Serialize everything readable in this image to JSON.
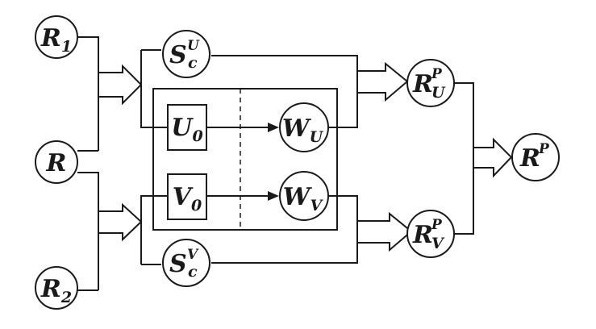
{
  "nodes": {
    "r1": {
      "base": "R",
      "sub": "1",
      "sup": ""
    },
    "r": {
      "base": "R",
      "sub": "",
      "sup": ""
    },
    "r2": {
      "base": "R",
      "sub": "2",
      "sup": ""
    },
    "scu": {
      "base": "S",
      "sub": "c",
      "sup": "U"
    },
    "scv": {
      "base": "S",
      "sub": "c",
      "sup": "V"
    },
    "u0": {
      "base": "U",
      "sub": "0",
      "sup": ""
    },
    "v0": {
      "base": "V",
      "sub": "0",
      "sup": ""
    },
    "wu": {
      "base": "W",
      "sub": "U",
      "sup": ""
    },
    "wv": {
      "base": "W",
      "sub": "V",
      "sup": ""
    },
    "rpu": {
      "base": "R",
      "sub": "U",
      "sup": "P"
    },
    "rpv": {
      "base": "R",
      "sub": "V",
      "sup": "P"
    },
    "rp": {
      "base": "R",
      "sub": "",
      "sup": "P"
    }
  }
}
